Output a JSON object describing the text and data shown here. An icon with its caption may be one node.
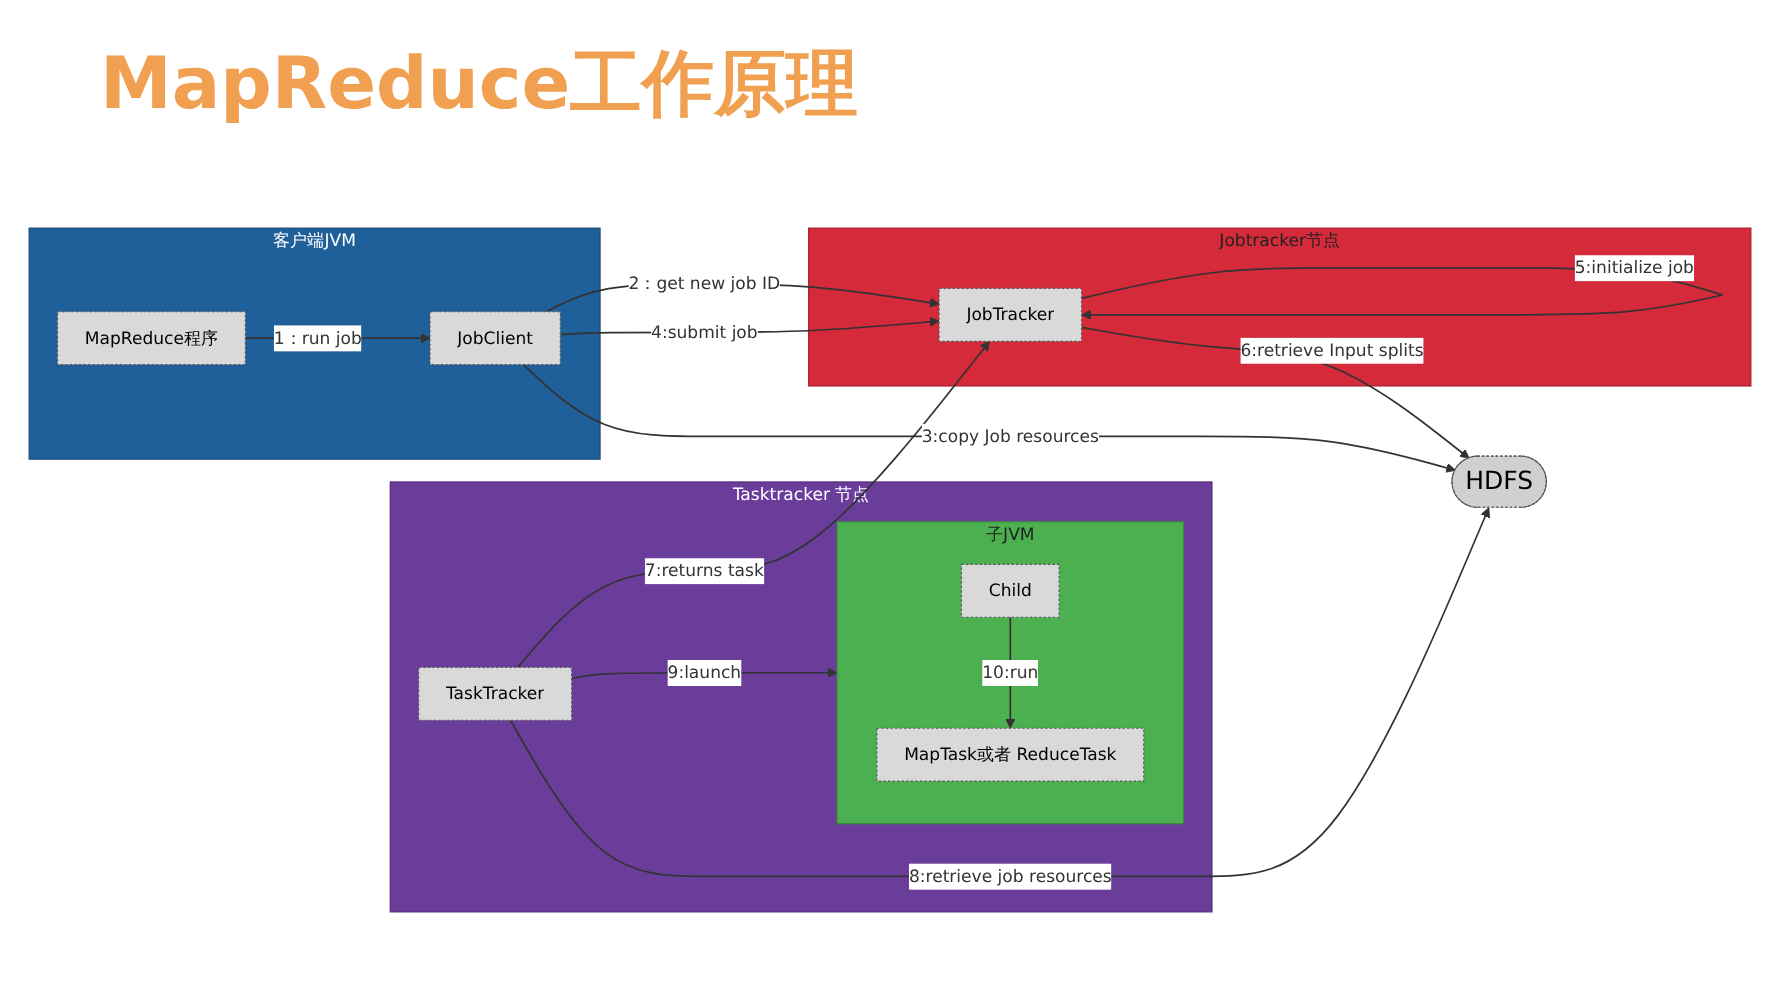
{
  "diagram": {
    "title": "MapReduce工作原理",
    "nodes": [
      {
        "text": [
          "客户端JVM"
        ]
      },
      {
        "text": [
          "MapReduce程序"
        ],
        "in": 0
      },
      {
        "text": [
          "JobClient"
        ],
        "in": 0
      },
      {
        "text": [
          "Jobtracker节点"
        ]
      },
      {
        "text": [
          "JobTracker"
        ],
        "in": 3
      },
      {
        "text": [
          "HDFS"
        ]
      },
      {
        "text": [
          "Tasktracker 节点"
        ]
      },
      {
        "text": [
          "TaskTracker"
        ],
        "in": 6
      },
      {
        "text": [
          "子JVM"
        ],
        "in": 6
      },
      {
        "text": [
          "Child"
        ],
        "in": 8
      },
      {
        "text": [
          "MapTask或者 ReduceTask"
        ],
        "in": 8
      }
    ],
    "edges": [
      {
        "from": 1,
        "to": 2,
        "arrow": "to",
        "label": "1：run job"
      },
      {
        "from": 2,
        "to": 4,
        "arrow": "to",
        "label": "2：get new job ID"
      },
      {
        "from": 2,
        "to": 5,
        "arrow": "to",
        "label": "3:copy Job resources"
      },
      {
        "from": 2,
        "to": 4,
        "arrow": "to",
        "label": "4:submit job"
      },
      {
        "from": 4,
        "to": 4,
        "arrow": "to",
        "label": "5:initialize job"
      },
      {
        "from": 4,
        "to": 5,
        "arrow": "to",
        "label": "6:retrieve Input splits"
      },
      {
        "from": 7,
        "to": 4,
        "arrow": "to",
        "label": "7:returns task"
      },
      {
        "from": 7,
        "to": 5,
        "arrow": "to",
        "label": "8:retrieve job resources"
      },
      {
        "from": 7,
        "to": 8,
        "arrow": "to",
        "label": "9:launch"
      },
      {
        "from": 9,
        "to": 10,
        "arrow": "to",
        "label": "10:run"
      }
    ]
  }
}
